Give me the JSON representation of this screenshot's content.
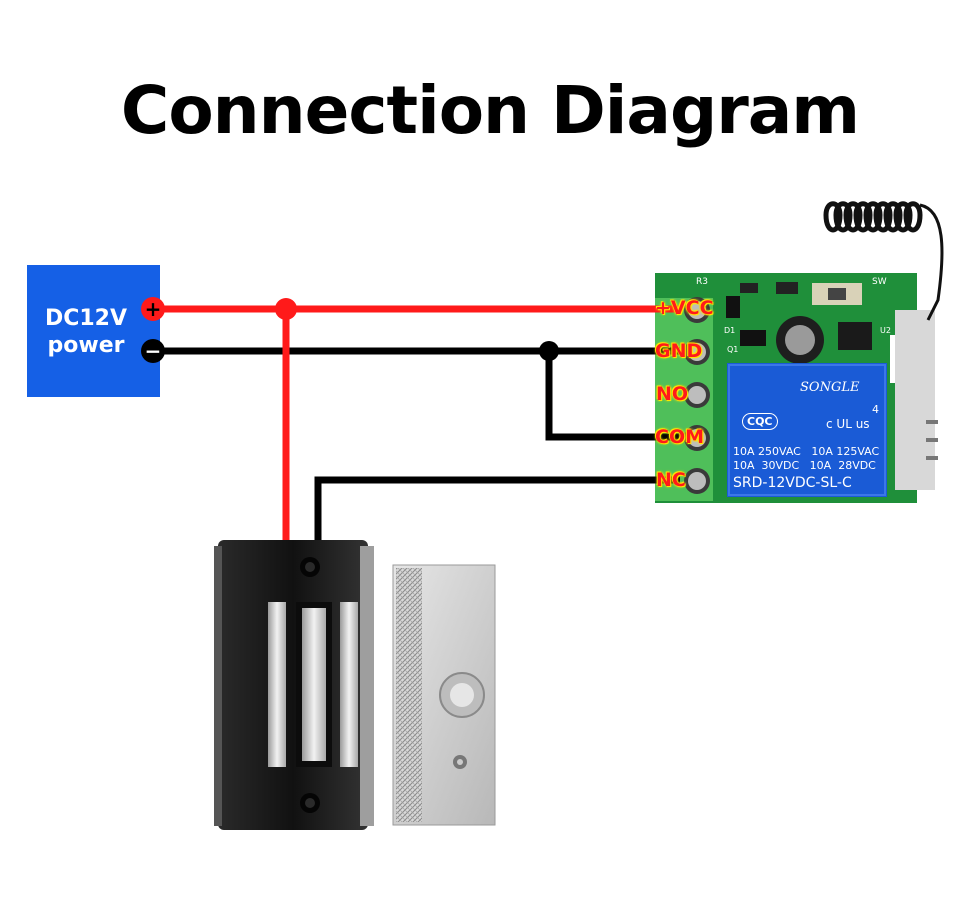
{
  "title": "Connection Diagram",
  "power_supply": {
    "line1": "DC12V",
    "line2": "power",
    "positive_symbol": "+",
    "negative_symbol": "−"
  },
  "terminals": [
    "+VCC",
    "GND",
    "NO",
    "COM",
    "NC"
  ],
  "relay": {
    "brand": "SONGLE",
    "cqc_mark": "CQC",
    "ul_mark": "c UL us",
    "ul_number": "4",
    "ratings": [
      "10A 250VAC   10A 125VAC",
      "10A  30VDC   10A  28VDC"
    ],
    "model": "SRD-12VDC-SL-C"
  },
  "board_silkscreen": {
    "sw": "SW",
    "r3": "R3",
    "d1": "D1",
    "q1": "Q1",
    "u2": "U2"
  },
  "colors": {
    "positive_wire": "#ff1a1a",
    "negative_wire": "#000000",
    "psu_box": "#1560e6",
    "pcb": "#1f8f3a",
    "terminal_block": "#4fbf5a",
    "relay_body": "#1a5bd6",
    "terminal_label": "#ff1a1a",
    "terminal_label_outline": "#ffe600"
  },
  "icons": [
    "spring-antenna-icon",
    "electromagnetic-lock-icon",
    "armature-plate-icon"
  ]
}
